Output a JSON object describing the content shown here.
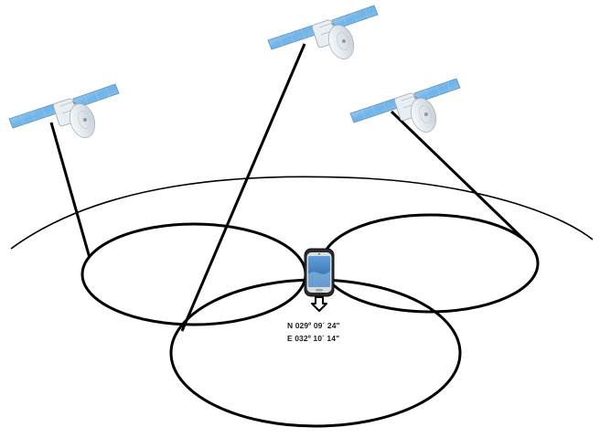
{
  "diagram": {
    "coordinates": {
      "latitude": "N 029º 09´ 24\"",
      "longitude": "E 032º 10´ 14\""
    },
    "colors": {
      "line": "#000000",
      "panel_blue": "#6fb3e8",
      "panel_light": "#cfe6f8",
      "satellite_body": "#eef2f5",
      "phone_body": "#2a2a2a",
      "phone_screen": "#3b7fc4"
    },
    "elements": {
      "satellites": [
        "satellite-left",
        "satellite-center",
        "satellite-right"
      ],
      "icons": [
        "satellite-icon",
        "phone-icon",
        "down-arrow-icon"
      ]
    }
  }
}
